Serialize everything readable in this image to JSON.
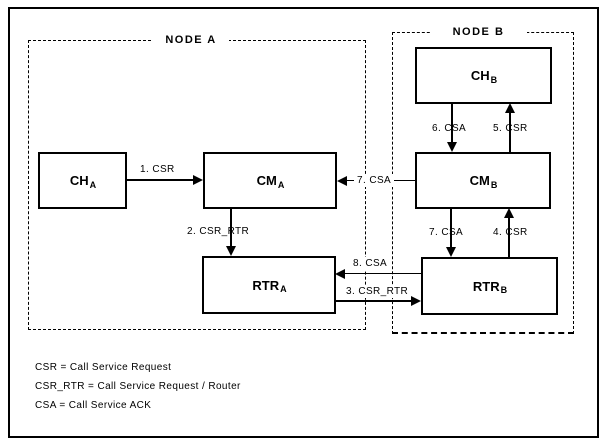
{
  "nodes": {
    "a": {
      "label": "NODE A"
    },
    "b": {
      "label": "NODE B"
    }
  },
  "boxes": {
    "ch_a": {
      "name": "CH",
      "sub": "A"
    },
    "cm_a": {
      "name": "CM",
      "sub": "A"
    },
    "rtr_a": {
      "name": "RTR",
      "sub": "A"
    },
    "ch_b": {
      "name": "CH",
      "sub": "B"
    },
    "cm_b": {
      "name": "CM",
      "sub": "B"
    },
    "rtr_b": {
      "name": "RTR",
      "sub": "B"
    }
  },
  "arrows": {
    "csr_1": {
      "label": "1. CSR",
      "from": "CH_A",
      "to": "CM_A"
    },
    "csr_rtr_2": {
      "label": "2. CSR_RTR",
      "from": "CM_A",
      "to": "RTR_A"
    },
    "csr_rtr_3": {
      "label": "3. CSR_RTR",
      "from": "RTR_A",
      "to": "RTR_B"
    },
    "csr_4": {
      "label": "4. CSR",
      "from": "RTR_B",
      "to": "CM_B"
    },
    "csr_5": {
      "label": "5. CSR",
      "from": "CM_B",
      "to": "CH_B"
    },
    "csa_6": {
      "label": "6. CSA",
      "from": "CH_B",
      "to": "CM_B"
    },
    "csa_7_to_cm_a": {
      "label": "7. CSA",
      "from": "CM_B",
      "to": "CM_A"
    },
    "csa_7_to_rtr_b": {
      "label": "7. CSA",
      "from": "CM_B",
      "to": "RTR_B"
    },
    "csa_8": {
      "label": "8. CSA",
      "from": "RTR_B",
      "to": "RTR_A"
    }
  },
  "legend": {
    "lines": [
      "CSR = Call Service Request",
      "CSR_RTR = Call Service Request / Router",
      "CSA = Call Service ACK"
    ]
  },
  "colors": {
    "line": "#000000",
    "text": "#000000",
    "background": "#ffffff"
  }
}
